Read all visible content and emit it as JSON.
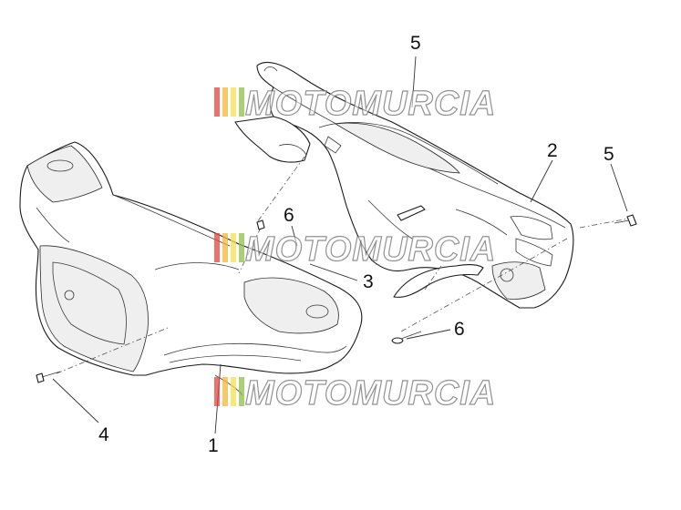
{
  "callouts": {
    "c1": "1",
    "c2": "2",
    "c3": "3",
    "c4": "4",
    "c5a": "5",
    "c5b": "5",
    "c6a": "6",
    "c6b": "6"
  },
  "watermark": {
    "text": "MOTOMURCIA",
    "stripe_colors": [
      "#e8433a",
      "#f0b73a",
      "#f4e04a",
      "#8cc04a"
    ]
  }
}
